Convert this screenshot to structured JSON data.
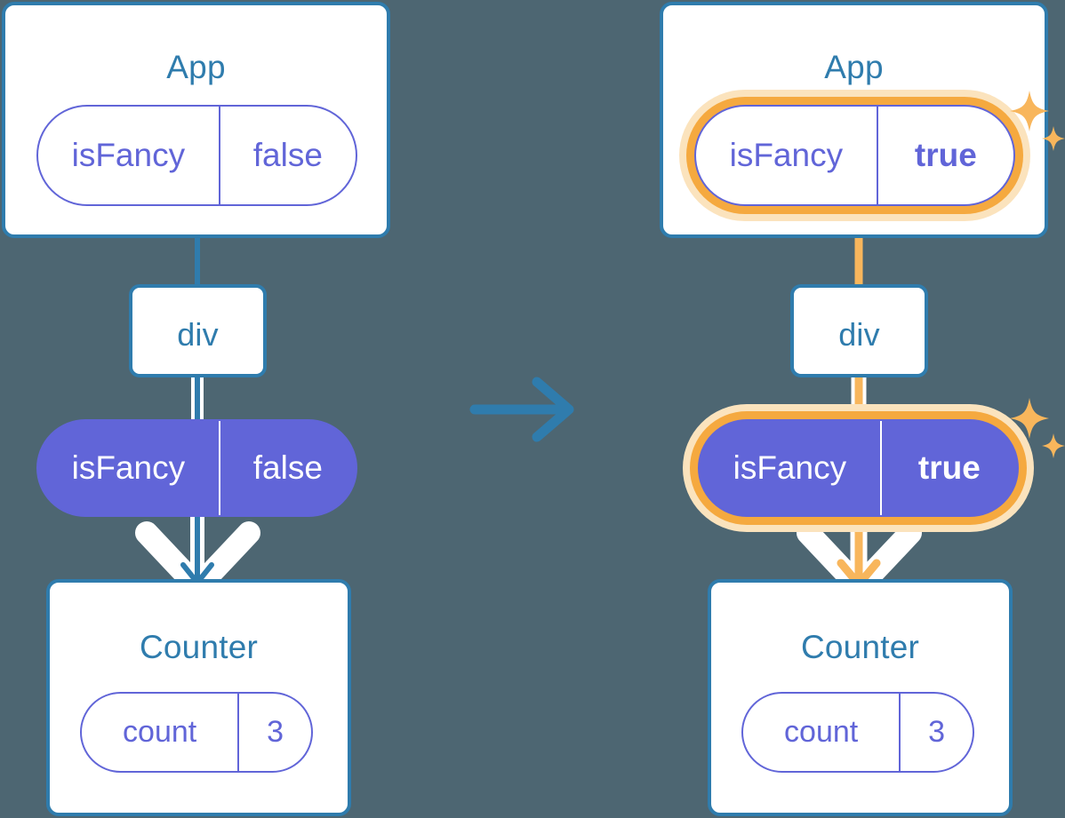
{
  "meta": {
    "diagram_title": "React state lifted to parent re-renders child",
    "background_color": "#4d6672",
    "accent_blue": "#2f7cad",
    "accent_purple": "#6165d8",
    "highlight_orange": "#f5a93f",
    "highlight_orange_pale": "#fbe3bd",
    "wing_white": "#ffffff"
  },
  "transition": {
    "icon": "arrow-right-icon",
    "color": "#2f7cad"
  },
  "before": {
    "app": {
      "title": "App",
      "state": {
        "key": "isFancy",
        "value": "false",
        "bold_value": false,
        "highlighted": false
      }
    },
    "div": {
      "title": "div"
    },
    "props": {
      "key": "isFancy",
      "value": "false",
      "bold_value": false,
      "highlighted": false
    },
    "counter": {
      "title": "Counter",
      "state": {
        "key": "count",
        "value": "3",
        "bold_value": false,
        "highlighted": false
      }
    },
    "wire_color": "#2f7cad",
    "inner_wire_color": "#cdd9ef"
  },
  "after": {
    "app": {
      "title": "App",
      "state": {
        "key": "isFancy",
        "value": "true",
        "bold_value": true,
        "highlighted": true
      }
    },
    "div": {
      "title": "div"
    },
    "props": {
      "key": "isFancy",
      "value": "true",
      "bold_value": true,
      "highlighted": true
    },
    "counter": {
      "title": "Counter",
      "state": {
        "key": "count",
        "value": "3",
        "bold_value": false,
        "highlighted": false
      }
    },
    "wire_color": "#f8b65c",
    "inner_wire_color": "#fbe3bd",
    "sparkle_icon": "sparkle-icon"
  }
}
